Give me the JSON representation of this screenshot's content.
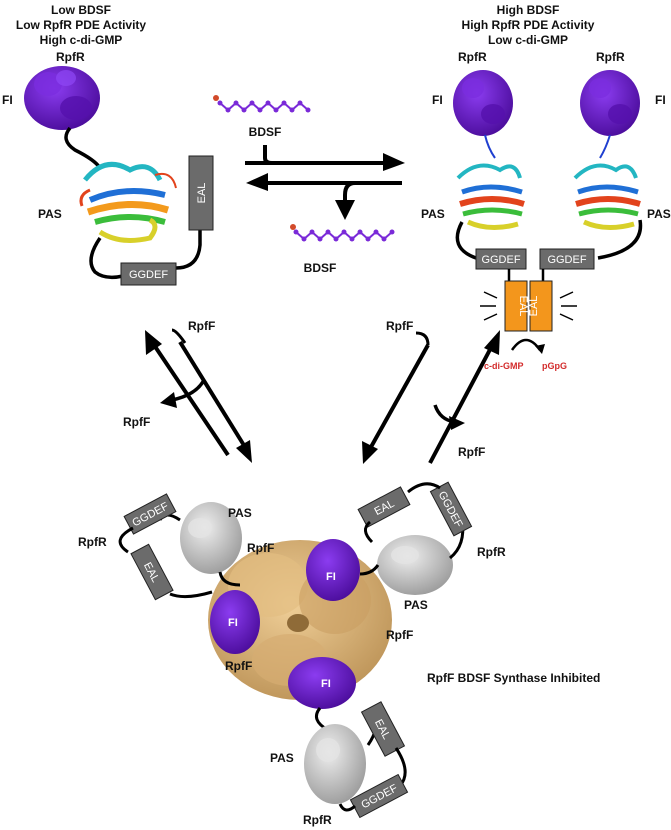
{
  "top_left": {
    "header": [
      "Low BDSF",
      "Low RpfR PDE Activity",
      "High c-di-GMP"
    ],
    "rpfr": "RpfR",
    "fi": "FI",
    "pas": "PAS",
    "eal": "EAL",
    "ggdef": "GGDEF"
  },
  "top_right": {
    "header": [
      "High BDSF",
      "High RpfR PDE Activity",
      "Low c-di-GMP"
    ],
    "rpfr_left": "RpfR",
    "rpfr_right": "RpfR",
    "fi_left": "FI",
    "fi_right": "FI",
    "pas_left": "PAS",
    "pas_right": "PAS",
    "ggdef_left": "GGDEF",
    "ggdef_right": "GGDEF",
    "eal_left": "EAL",
    "eal_right": "EAL",
    "substrate": "c-di-GMP",
    "product": "pGpG"
  },
  "middle": {
    "bdsf_in": "BDSF",
    "bdsf_out": "BDSF"
  },
  "side_arrows": {
    "left_in": "RpfF",
    "left_out": "RpfF",
    "right_in": "RpfF",
    "right_out": "RpfF"
  },
  "complex": {
    "left_rpfr": "RpfR",
    "left_ggdef": "GGDEF",
    "left_eal": "EAL",
    "left_pas": "PAS",
    "left_rpff": "RpfF",
    "left_fi": "FI",
    "right_eal": "EAL",
    "right_ggdef": "GGDEF",
    "right_rpfr": "RpfR",
    "right_pas": "PAS",
    "right_fi": "FI",
    "right_rpff": "RpfF",
    "bottom_rpff": "RpfF",
    "bottom_fi": "FI",
    "bottom_pas": "PAS",
    "bottom_eal": "EAL",
    "bottom_ggdef": "GGDEF",
    "bottom_rpfr": "RpfR",
    "caption": "RpfF BDSF Synthase Inhibited"
  },
  "colors": {
    "fi_domain": "#6a1fc8",
    "rpff_core": "#d8b27a",
    "pas_surface": "#b9b9b9",
    "domain_box": "#6b6b6b",
    "eal_active": "#f3961c",
    "reaction_text": "#d32b2b"
  }
}
